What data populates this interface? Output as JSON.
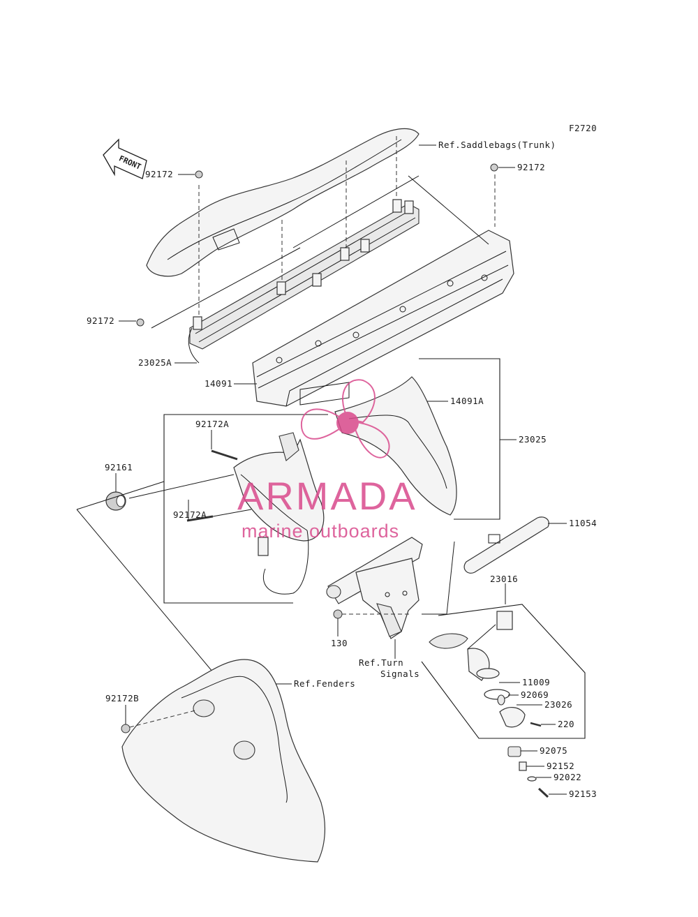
{
  "figure_code": "F2720",
  "front_arrow_text": "FRONT",
  "watermark": {
    "name": "ARMADA",
    "tagline": "marine outboards",
    "color": "#d94a8c"
  },
  "refs": {
    "saddlebags": "Ref.Saddlebags(Trunk)",
    "fenders": "Ref.Fenders",
    "turn_signals_line1": "Ref.Turn",
    "turn_signals_line2": "Signals"
  },
  "parts": [
    {
      "id": "p-92172-tr",
      "label": "92172"
    },
    {
      "id": "p-92172-tl",
      "label": "92172"
    },
    {
      "id": "p-92172-ml",
      "label": "92172"
    },
    {
      "id": "p-23025A",
      "label": "23025A"
    },
    {
      "id": "p-14091",
      "label": "14091"
    },
    {
      "id": "p-14091A",
      "label": "14091A"
    },
    {
      "id": "p-23025",
      "label": "23025"
    },
    {
      "id": "p-92172A-top",
      "label": "92172A"
    },
    {
      "id": "p-92172A-bot",
      "label": "92172A"
    },
    {
      "id": "p-92161",
      "label": "92161"
    },
    {
      "id": "p-11054",
      "label": "11054"
    },
    {
      "id": "p-23016",
      "label": "23016"
    },
    {
      "id": "p-130",
      "label": "130"
    },
    {
      "id": "p-11009",
      "label": "11009"
    },
    {
      "id": "p-92069",
      "label": "92069"
    },
    {
      "id": "p-23026",
      "label": "23026"
    },
    {
      "id": "p-220",
      "label": "220"
    },
    {
      "id": "p-92172B",
      "label": "92172B"
    },
    {
      "id": "p-92075",
      "label": "92075"
    },
    {
      "id": "p-92152",
      "label": "92152"
    },
    {
      "id": "p-92022",
      "label": "92022"
    },
    {
      "id": "p-92153",
      "label": "92153"
    }
  ]
}
